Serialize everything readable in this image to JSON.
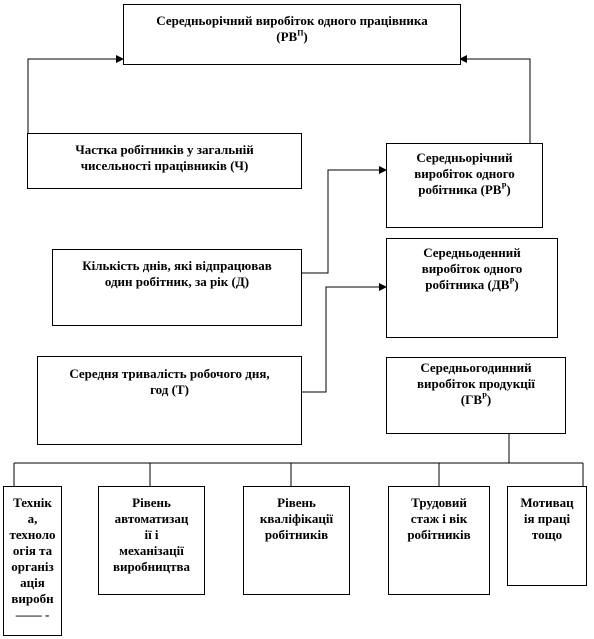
{
  "top": {
    "line1": "Середньорічний виробіток одного працівника",
    "sub_prefix": "(РВ",
    "sub_sup": "П",
    "sub_suffix": ")"
  },
  "share": {
    "line1": "Частка робітників  у загальній",
    "line2": "чисельності працівників  (Ч)"
  },
  "annual_worker": {
    "line1": "Середньорічний",
    "line2": "виробіток одного",
    "line3_prefix": "робітника  (РВ",
    "line3_sup": "Р",
    "line3_suffix": ")"
  },
  "days": {
    "line1": "Кількість  днів, які відпрацював",
    "line2": "один робітник, за рік (Д)"
  },
  "daily_worker": {
    "line1": "Середньоденний",
    "line2": "виробіток одного",
    "line3_prefix": "робітника  (ДВ",
    "line3_sup": "Р",
    "line3_suffix": ")"
  },
  "duration": {
    "line1": "Середня тривалість робочого дня,",
    "line2": "год  (Т)"
  },
  "hourly": {
    "line1": "Середньогодинний",
    "line2": "виробіток продукції",
    "line3_prefix": "(ГВ",
    "line3_sup": "Р",
    "line3_suffix": ")"
  },
  "factors": [
    {
      "lines": [
        "Технік",
        "а,",
        "техноло",
        "огія та",
        "організ",
        "ація",
        "виробн",
        "——  -"
      ]
    },
    {
      "lines": [
        "Рівень",
        "автоматизац",
        "ії і",
        "механізації",
        "виробництва"
      ]
    },
    {
      "lines": [
        "Рівень",
        "кваліфікації",
        "робітників"
      ]
    },
    {
      "lines": [
        "Трудовий",
        "стаж і вік",
        "робітників"
      ]
    },
    {
      "lines": [
        "Мотивац",
        "ія праці",
        "тощо"
      ]
    }
  ]
}
